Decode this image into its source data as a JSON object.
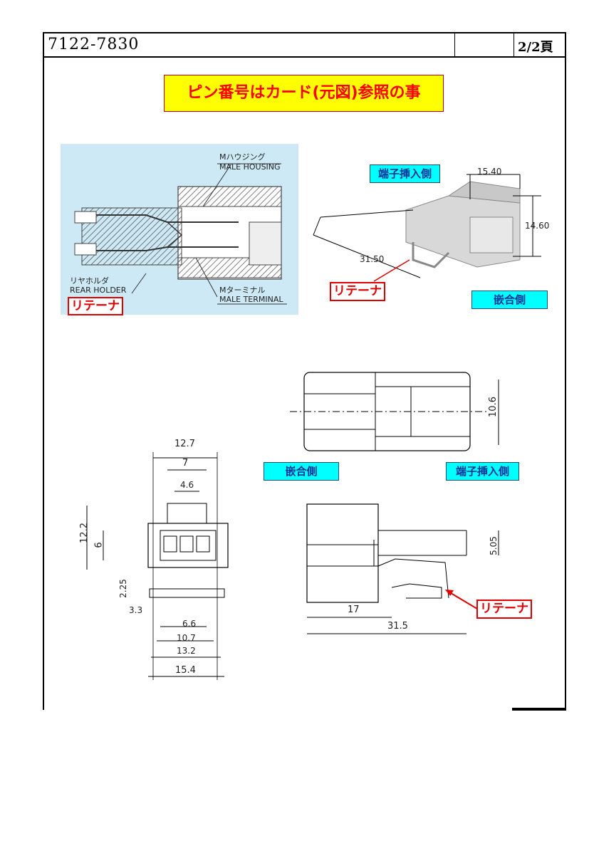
{
  "header": {
    "part_number": "7122-7830",
    "page": "2/2頁"
  },
  "note": "ピン番号はカード(元図)参照の事",
  "photo_labels": {
    "male_housing_jp": "Mハウジング",
    "male_housing_en": "MALE HOUSING",
    "rear_holder_jp": "リヤホルダ",
    "rear_holder_en": "REAR HOLDER",
    "male_terminal_jp": "Mターミナル",
    "male_terminal_en": "MALE TERMINAL"
  },
  "labels": {
    "terminal_insert_side": "端子挿入側",
    "mating_side": "嵌合側",
    "retainer": "リテーナ"
  },
  "iso_dims": {
    "width": "15.40",
    "height": "14.60",
    "length": "31.50"
  },
  "drawing_dims": {
    "top_height": "10.6",
    "front_w1": "12.7",
    "front_w2": "7",
    "front_w3": "4.6",
    "front_h1": "12.2",
    "front_h2": "6",
    "front_h3": "2.25",
    "front_h4": "3.3",
    "bottom_w1": "6.6",
    "bottom_w2": "10.7",
    "bottom_w3": "13.2",
    "bottom_w4": "15.4",
    "side_h": "5.05",
    "side_l1": "17",
    "side_l2": "31.5"
  }
}
